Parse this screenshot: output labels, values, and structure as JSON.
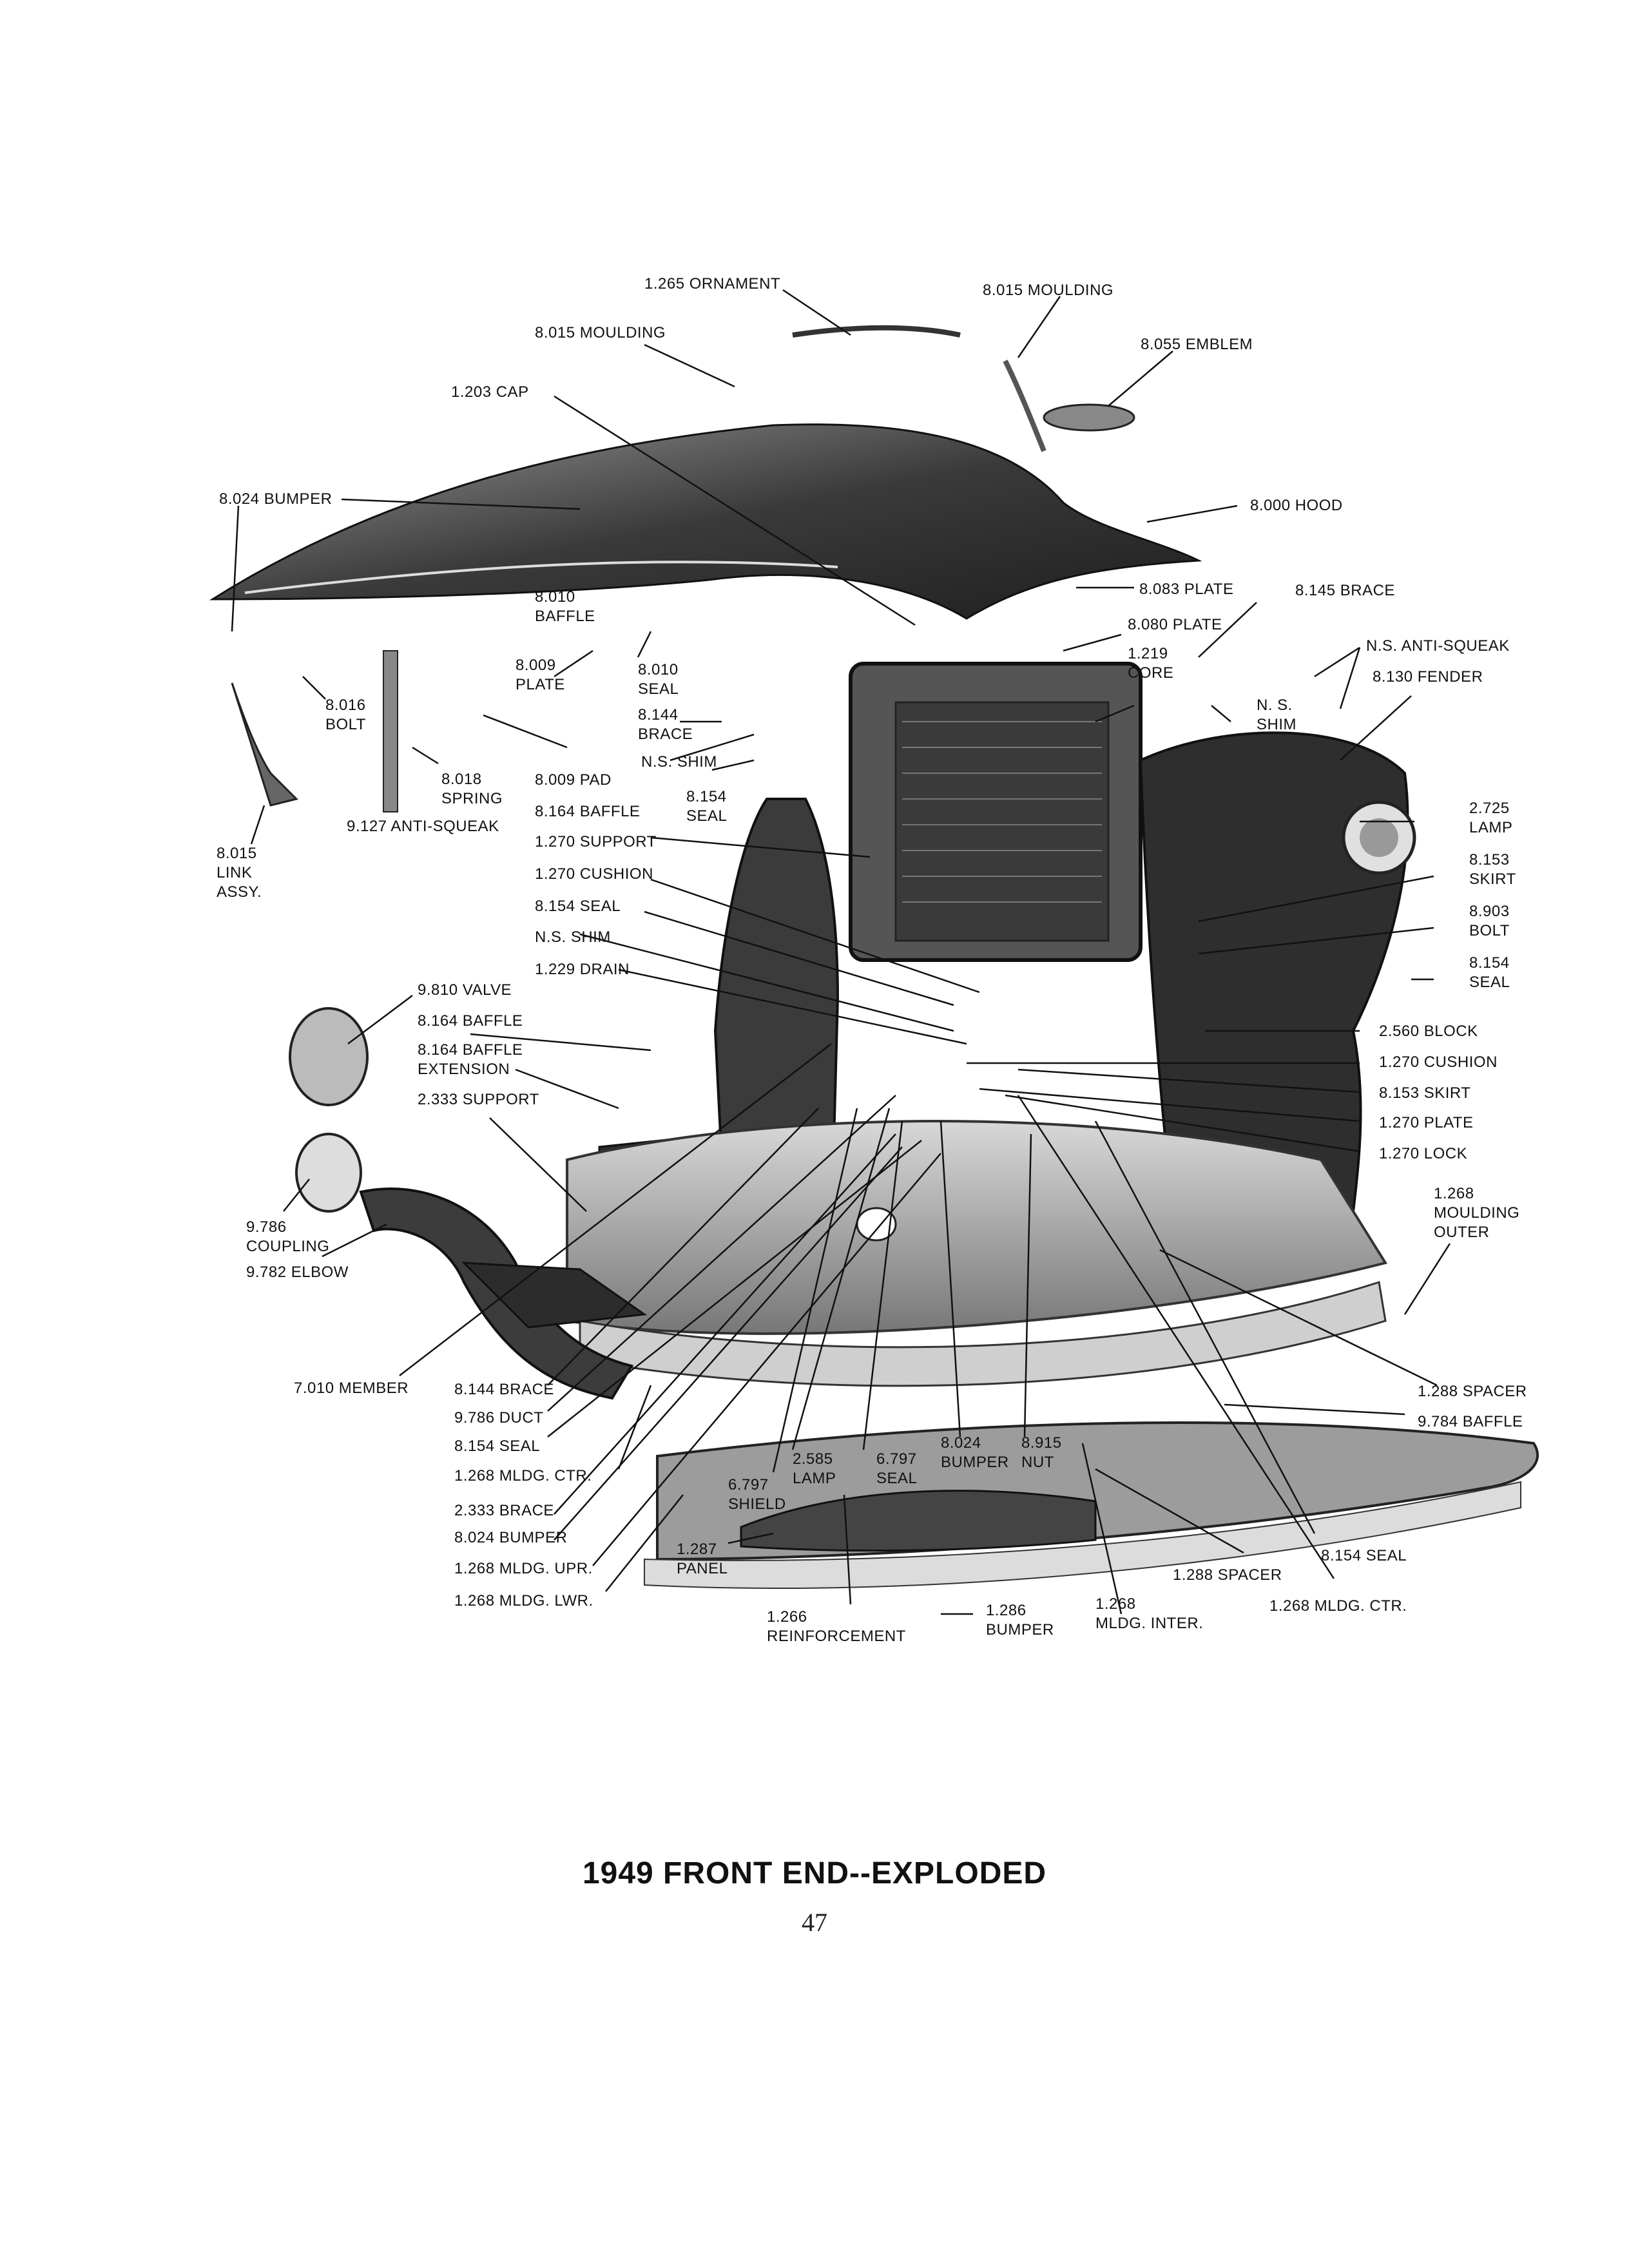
{
  "caption": "1949 FRONT END--EXPLODED",
  "page_number": "47",
  "labels": {
    "ornament": "1.265 ORNAMENT",
    "moulding_top_right": "8.015 MOULDING",
    "moulding_top_left": "8.015 MOULDING",
    "emblem": "8.055 EMBLEM",
    "cap": "1.203 CAP",
    "bumper_8024_top": "8.024 BUMPER",
    "hood": "8.000 HOOD",
    "plate_8083": "8.083 PLATE",
    "brace_8145": "8.145 BRACE",
    "baffle_8010_l1": "8.010",
    "baffle_8010_l2": "BAFFLE",
    "plate_8080": "8.080 PLATE",
    "ns_antisqueak": "N.S. ANTI-SQUEAK",
    "core_l1": "1.219",
    "core_l2": "CORE",
    "fender": "8.130 FENDER",
    "plate_8009_l1": "8.009",
    "plate_8009_l2": "PLATE",
    "seal_8010_l1": "8.010",
    "seal_8010_l2": "SEAL",
    "bolt_8016_l1": "8.016",
    "bolt_8016_l2": "BOLT",
    "brace_8144_l1": "8.144",
    "brace_8144_l2": "BRACE",
    "ns_shim_right_l1": "N. S.",
    "ns_shim_right_l2": "SHIM",
    "ns_shim_mid": "N.S. SHIM",
    "spring_l1": "8.018",
    "spring_l2": "SPRING",
    "pad": "8.009 PAD",
    "seal_8154_a_l1": "8.154",
    "seal_8154_a_l2": "SEAL",
    "baffle_8164": "8.164 BAFFLE",
    "antisqueak_9127": "9.127 ANTI-SQUEAK",
    "lamp_2725_l1": "2.725",
    "lamp_2725_l2": "LAMP",
    "link_l1": "8.015",
    "link_l2": "LINK",
    "link_l3": "ASSY.",
    "support_1270": "1.270 SUPPORT",
    "cushion_1270_a": "1.270 CUSHION",
    "skirt_8153_a_l1": "8.153",
    "skirt_8153_a_l2": "SKIRT",
    "seal_8154_b": "8.154 SEAL",
    "bolt_8903_l1": "8.903",
    "bolt_8903_l2": "BOLT",
    "ns_shim_low": "N.S. SHIM",
    "drain": "1.229 DRAIN",
    "seal_8154_c_l1": "8.154",
    "seal_8154_c_l2": "SEAL",
    "valve": "9.810 VALVE",
    "baffle_8164_b": "8.164 BAFFLE",
    "block": "2.560 BLOCK",
    "baffle_ext_l1": "8.164 BAFFLE",
    "baffle_ext_l2": "EXTENSION",
    "cushion_1270_b": "1.270 CUSHION",
    "support_2333": "2.333 SUPPORT",
    "skirt_8153_b": "8.153 SKIRT",
    "plate_1270": "1.270 PLATE",
    "lock_1270": "1.270 LOCK",
    "moulding_outer_l1": "1.268",
    "moulding_outer_l2": "MOULDING",
    "moulding_outer_l3": "OUTER",
    "coupling_l1": "9.786",
    "coupling_l2": "COUPLING",
    "elbow": "9.782 ELBOW",
    "member": "7.010 MEMBER",
    "brace_8144_b": "8.144 BRACE",
    "duct": "9.786 DUCT",
    "seal_8154_d": "8.154 SEAL",
    "mldg_ctr_left": "1.268 MLDG. CTR.",
    "brace_2333": "2.333 BRACE",
    "bumper_8024_b": "8.024 BUMPER",
    "mldg_upr": "1.268 MLDG. UPR.",
    "mldg_lwr": "1.268 MLDG. LWR.",
    "spacer_1288_a": "1.288 SPACER",
    "baffle_9784": "9.784 BAFFLE",
    "lamp_2585_l1": "2.585",
    "lamp_2585_l2": "LAMP",
    "seal_6797_l1": "6.797",
    "seal_6797_l2": "SEAL",
    "bumper_8024_c_l1": "8.024",
    "bumper_8024_c_l2": "BUMPER",
    "nut_l1": "8.915",
    "nut_l2": "NUT",
    "shield_l1": "6.797",
    "shield_l2": "SHIELD",
    "panel_l1": "1.287",
    "panel_l2": "PANEL",
    "seal_8154_e": "8.154 SEAL",
    "spacer_1288_b": "1.288 SPACER",
    "mldg_ctr_right": "1.268 MLDG. CTR.",
    "reinforcement_l1": "1.266",
    "reinforcement_l2": "REINFORCEMENT",
    "bumper_1286_l1": "1.286",
    "bumper_1286_l2": "BUMPER",
    "mldg_inter_l1": "1.268",
    "mldg_inter_l2": "MLDG. INTER."
  },
  "colors": {
    "ink": "#111111",
    "part_dark": "#2b2b2b",
    "part_mid": "#6e6e6e",
    "part_light": "#bdbdbd"
  }
}
